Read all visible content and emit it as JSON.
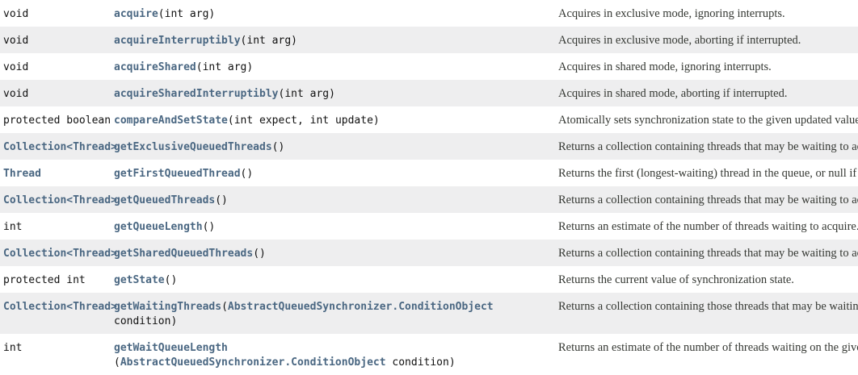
{
  "colors": {
    "link": "#4A6782",
    "row_stripe": "#EEEEEF",
    "row_plain": "#FFFFFF",
    "description_text": "#353833",
    "code_text": "#111111"
  },
  "table": {
    "rows": [
      {
        "type": [
          {
            "t": "void",
            "link": false
          }
        ],
        "method": [
          {
            "t": "acquire",
            "link": true
          },
          {
            "t": "(int arg)",
            "link": false
          }
        ],
        "desc": "Acquires in exclusive mode, ignoring interrupts."
      },
      {
        "type": [
          {
            "t": "void",
            "link": false
          }
        ],
        "method": [
          {
            "t": "acquireInterruptibly",
            "link": true
          },
          {
            "t": "(int arg)",
            "link": false
          }
        ],
        "desc": "Acquires in exclusive mode, aborting if interrupted."
      },
      {
        "type": [
          {
            "t": "void",
            "link": false
          }
        ],
        "method": [
          {
            "t": "acquireShared",
            "link": true
          },
          {
            "t": "(int arg)",
            "link": false
          }
        ],
        "desc": "Acquires in shared mode, ignoring interrupts."
      },
      {
        "type": [
          {
            "t": "void",
            "link": false
          }
        ],
        "method": [
          {
            "t": "acquireSharedInterruptibly",
            "link": true
          },
          {
            "t": "(int arg)",
            "link": false
          }
        ],
        "desc": "Acquires in shared mode, aborting if interrupted."
      },
      {
        "type": [
          {
            "t": "protected boolean",
            "link": false
          }
        ],
        "method": [
          {
            "t": "compareAndSetState",
            "link": true
          },
          {
            "t": "(int expect, int update)",
            "link": false
          }
        ],
        "desc": "Atomically sets synchronization state to the given updated value if the current state value equals the expected value."
      },
      {
        "type": [
          {
            "t": "Collection<Thread>",
            "link": true
          }
        ],
        "method": [
          {
            "t": "getExclusiveQueuedThreads",
            "link": true
          },
          {
            "t": "()",
            "link": false
          }
        ],
        "desc": "Returns a collection containing threads that may be waiting to acquire in exclusive mode."
      },
      {
        "type": [
          {
            "t": "Thread",
            "link": true
          }
        ],
        "method": [
          {
            "t": "getFirstQueuedThread",
            "link": true
          },
          {
            "t": "()",
            "link": false
          }
        ],
        "desc": "Returns the first (longest-waiting) thread in the queue, or null if no threads are currently queued."
      },
      {
        "type": [
          {
            "t": "Collection<Thread>",
            "link": true
          }
        ],
        "method": [
          {
            "t": "getQueuedThreads",
            "link": true
          },
          {
            "t": "()",
            "link": false
          }
        ],
        "desc": "Returns a collection containing threads that may be waiting to acquire."
      },
      {
        "type": [
          {
            "t": "int",
            "link": false
          }
        ],
        "method": [
          {
            "t": "getQueueLength",
            "link": true
          },
          {
            "t": "()",
            "link": false
          }
        ],
        "desc": "Returns an estimate of the number of threads waiting to acquire."
      },
      {
        "type": [
          {
            "t": "Collection<Thread>",
            "link": true
          }
        ],
        "method": [
          {
            "t": "getSharedQueuedThreads",
            "link": true
          },
          {
            "t": "()",
            "link": false
          }
        ],
        "desc": "Returns a collection containing threads that may be waiting to acquire in shared mode."
      },
      {
        "type": [
          {
            "t": "protected int",
            "link": false
          }
        ],
        "method": [
          {
            "t": "getState",
            "link": true
          },
          {
            "t": "()",
            "link": false
          }
        ],
        "desc": "Returns the current value of synchronization state."
      },
      {
        "type": [
          {
            "t": "Collection<Thread>",
            "link": true
          }
        ],
        "method": [
          {
            "t": "getWaitingThreads",
            "link": true
          },
          {
            "t": "(",
            "link": false
          },
          {
            "t": "AbstractQueuedSynchronizer.ConditionObject",
            "link": true
          },
          {
            "t": " condition)",
            "link": false
          }
        ],
        "desc": "Returns a collection containing those threads that may be waiting on the given condition associated with this synchronizer."
      },
      {
        "type": [
          {
            "t": "int",
            "link": false
          }
        ],
        "method": [
          {
            "t": "getWaitQueueLength",
            "link": true
          },
          {
            "br": true
          },
          {
            "t": "(",
            "link": false
          },
          {
            "t": "AbstractQueuedSynchronizer.ConditionObject",
            "link": true
          },
          {
            "t": " condition)",
            "link": false
          }
        ],
        "desc": "Returns an estimate of the number of threads waiting on the given condition associated with this synchronizer."
      }
    ]
  }
}
